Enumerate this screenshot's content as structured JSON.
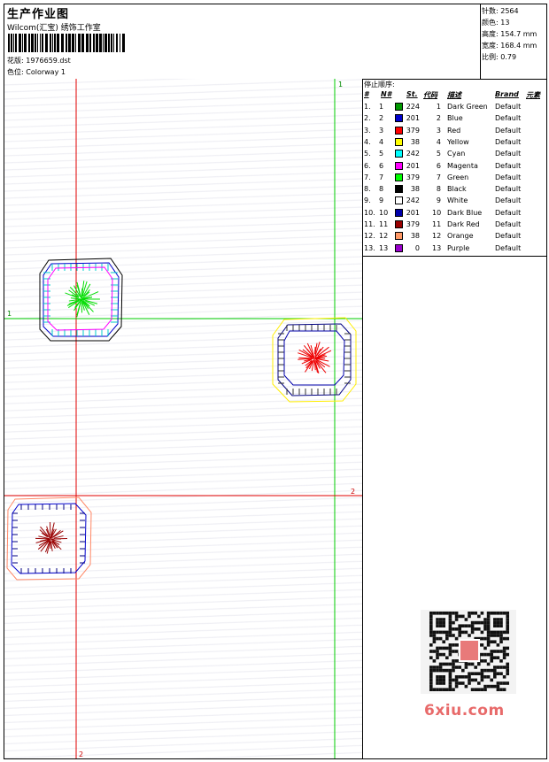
{
  "header": {
    "title": "生产作业图",
    "studio": "Wilcom(汇宝) 绣饰工作室",
    "design_label": "花版:",
    "design_value": "1976659.dst",
    "colorway_label": "色位:",
    "colorway_value": "Colorway 1"
  },
  "stats": {
    "stitches_label": "针数:",
    "stitches_value": "2564",
    "colors_label": "颜色:",
    "colors_value": "13",
    "height_label": "高度:",
    "height_value": "154.7 mm",
    "width_label": "宽度:",
    "width_value": "168.4 mm",
    "scale_label": "比例:",
    "scale_value": "0.79"
  },
  "guides": {
    "green_v_label": "1",
    "green_h_label": "1",
    "red_h_label": "2",
    "red_v_label": "2"
  },
  "stop_sequence": {
    "title": "停止顺序:",
    "headers": {
      "num": "#",
      "n": "N#",
      "st": "St.",
      "code": "代码",
      "desc": "描述",
      "brand": "Brand",
      "elem": "元素"
    },
    "rows": [
      {
        "num": "1.",
        "n": "1",
        "st": "224",
        "code": "1",
        "desc": "Dark Green",
        "brand": "Default",
        "color": "#009900"
      },
      {
        "num": "2.",
        "n": "2",
        "st": "201",
        "code": "2",
        "desc": "Blue",
        "brand": "Default",
        "color": "#0000cc"
      },
      {
        "num": "3.",
        "n": "3",
        "st": "379",
        "code": "3",
        "desc": "Red",
        "brand": "Default",
        "color": "#ff0000"
      },
      {
        "num": "4.",
        "n": "4",
        "st": "38",
        "code": "4",
        "desc": "Yellow",
        "brand": "Default",
        "color": "#ffff00"
      },
      {
        "num": "5.",
        "n": "5",
        "st": "242",
        "code": "5",
        "desc": "Cyan",
        "brand": "Default",
        "color": "#00ffff"
      },
      {
        "num": "6.",
        "n": "6",
        "st": "201",
        "code": "6",
        "desc": "Magenta",
        "brand": "Default",
        "color": "#ff00ff"
      },
      {
        "num": "7.",
        "n": "7",
        "st": "379",
        "code": "7",
        "desc": "Green",
        "brand": "Default",
        "color": "#00ff00"
      },
      {
        "num": "8.",
        "n": "8",
        "st": "38",
        "code": "8",
        "desc": "Black",
        "brand": "Default",
        "color": "#000000"
      },
      {
        "num": "9.",
        "n": "9",
        "st": "242",
        "code": "9",
        "desc": "White",
        "brand": "Default",
        "color": "#ffffff"
      },
      {
        "num": "10.",
        "n": "10",
        "st": "201",
        "code": "10",
        "desc": "Dark Blue",
        "brand": "Default",
        "color": "#0000aa"
      },
      {
        "num": "11.",
        "n": "11",
        "st": "379",
        "code": "11",
        "desc": "Dark Red",
        "brand": "Default",
        "color": "#990000"
      },
      {
        "num": "12.",
        "n": "12",
        "st": "38",
        "code": "12",
        "desc": "Orange",
        "brand": "Default",
        "color": "#ff9966"
      },
      {
        "num": "13.",
        "n": "13",
        "st": "0",
        "code": "13",
        "desc": "Purple",
        "brand": "Default",
        "color": "#9900cc"
      }
    ]
  },
  "watermark": {
    "site": "6xiu.com"
  }
}
